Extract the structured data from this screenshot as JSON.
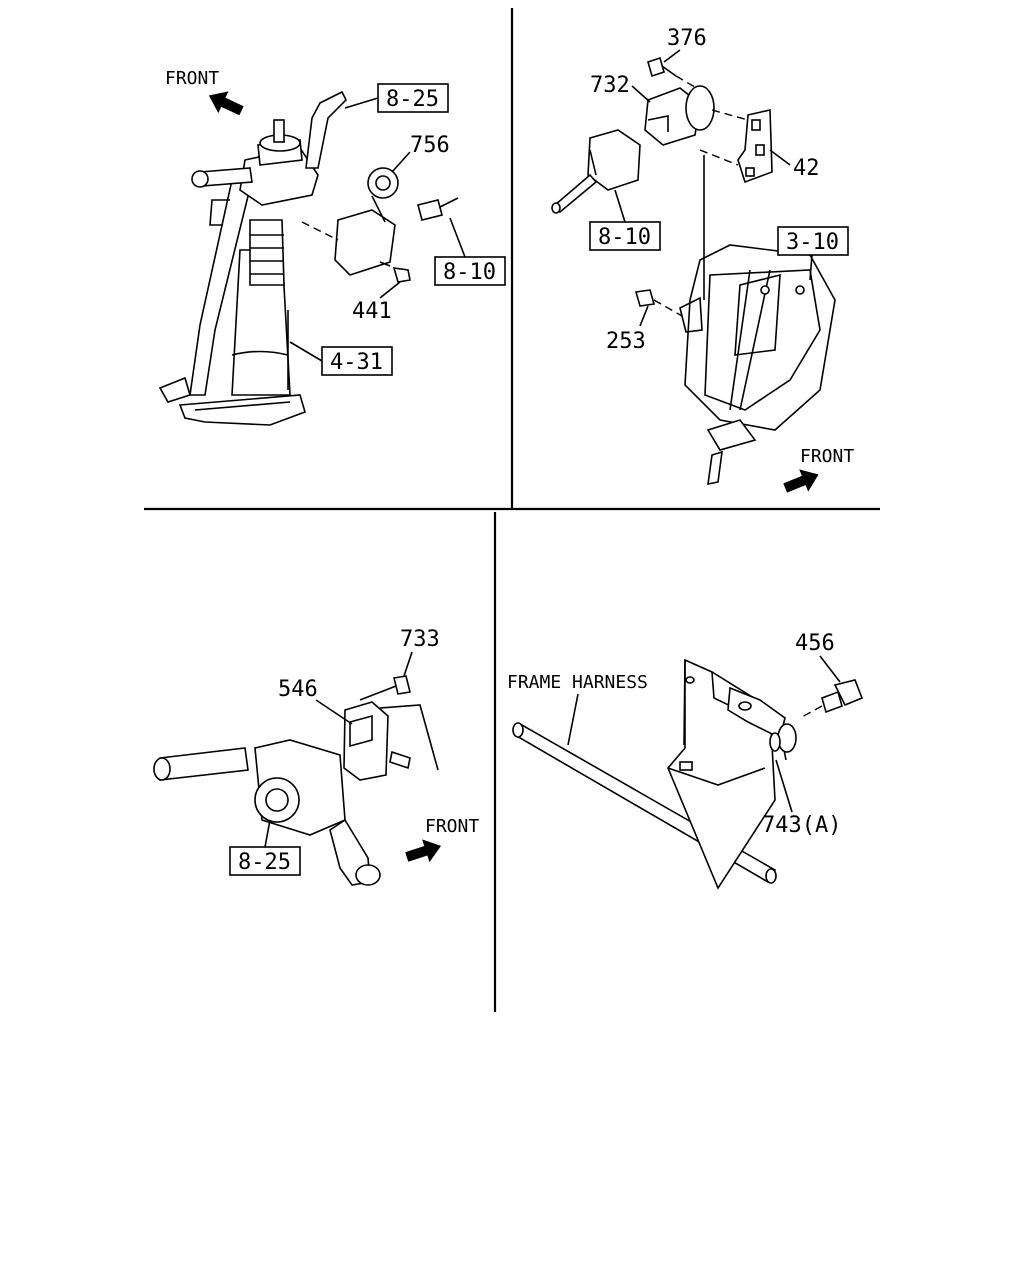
{
  "frames": {
    "top_left": {
      "front_label": "FRONT",
      "callouts": [
        "756",
        "441"
      ],
      "ref_boxes": [
        "8-25",
        "8-10",
        "4-31"
      ]
    },
    "top_right": {
      "front_label": "FRONT",
      "callouts": [
        "376",
        "732",
        "42",
        "253"
      ],
      "ref_boxes": [
        "8-10",
        "3-10"
      ]
    },
    "bottom_left": {
      "front_label": "FRONT",
      "callouts": [
        "733",
        "546"
      ],
      "ref_boxes": [
        "8-25"
      ]
    },
    "bottom_right": {
      "harness_label": "FRAME HARNESS",
      "callouts": [
        "456",
        "743(A)"
      ]
    }
  }
}
